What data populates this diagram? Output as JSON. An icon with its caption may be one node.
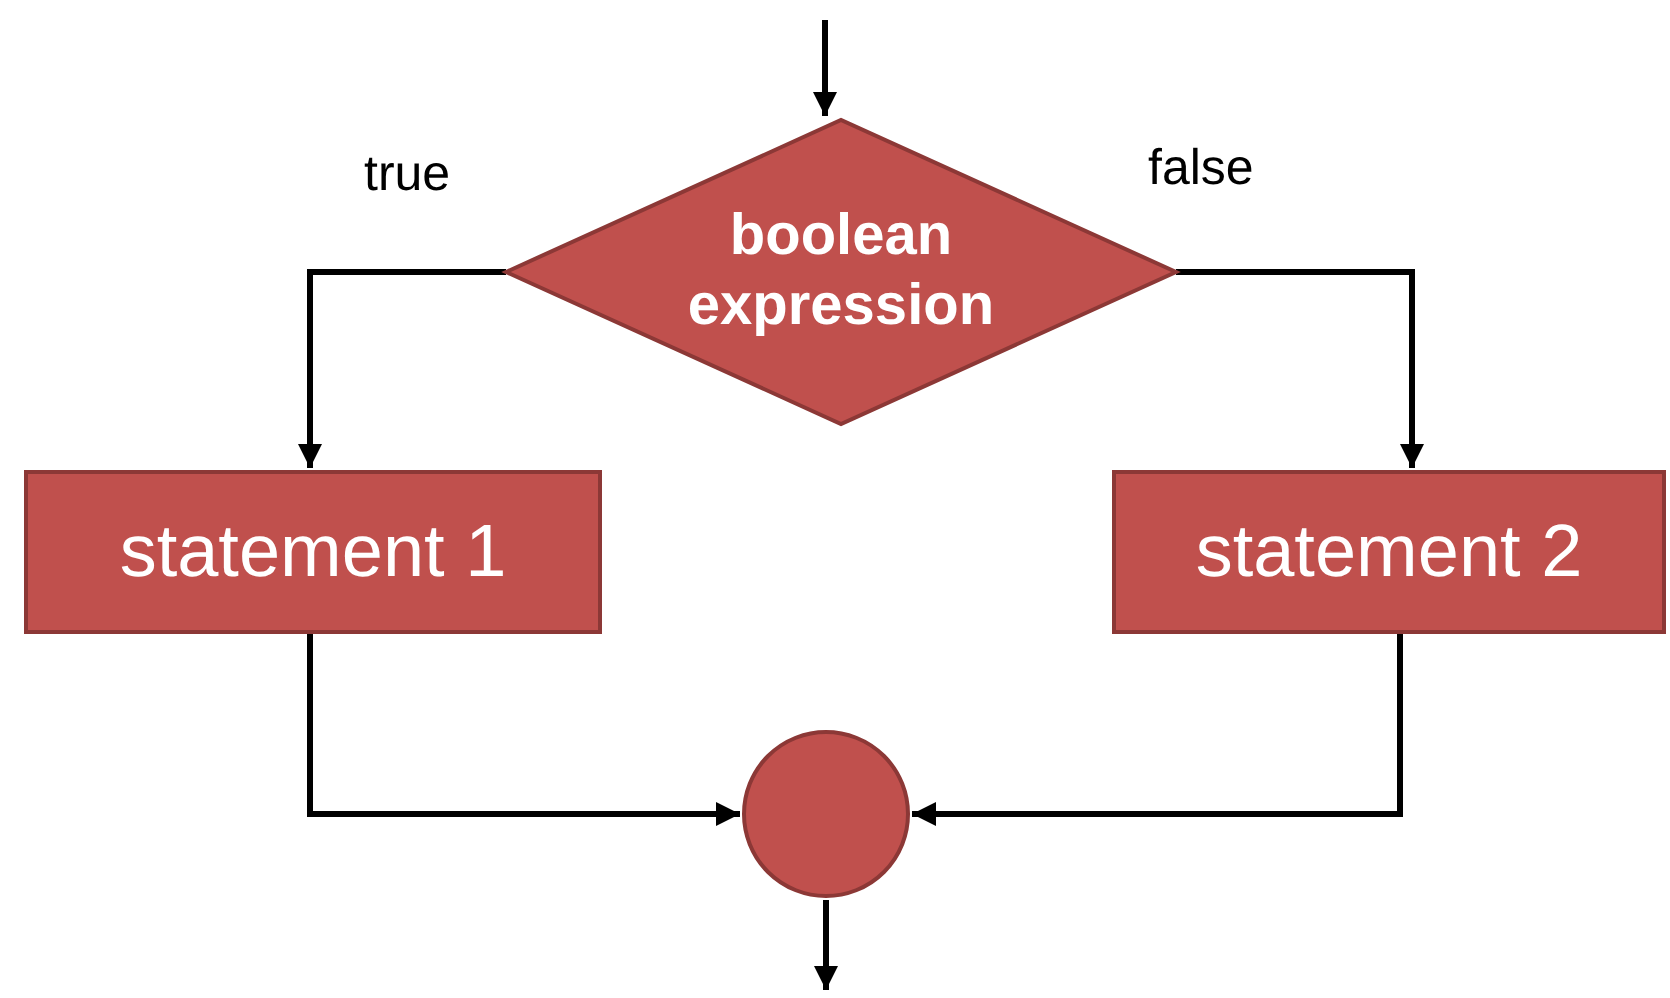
{
  "diagram": {
    "nodes": [
      {
        "text": [
          "boolean expression"
        ]
      },
      {
        "text": [
          "statement 1"
        ]
      },
      {
        "text": [
          "statement 2"
        ]
      },
      {
        "text": [],
        "shape": "circle"
      }
    ],
    "edges": [
      {
        "from": null,
        "to": 0,
        "arrow": "to"
      },
      {
        "from": 0,
        "to": 1,
        "arrow": "to",
        "label": "true"
      },
      {
        "from": 0,
        "to": 2,
        "arrow": "to",
        "label": "false"
      },
      {
        "from": 1,
        "to": 3,
        "arrow": "to"
      },
      {
        "from": 2,
        "to": 3,
        "arrow": "to"
      },
      {
        "from": 3,
        "to": null,
        "arrow": "to"
      }
    ]
  }
}
